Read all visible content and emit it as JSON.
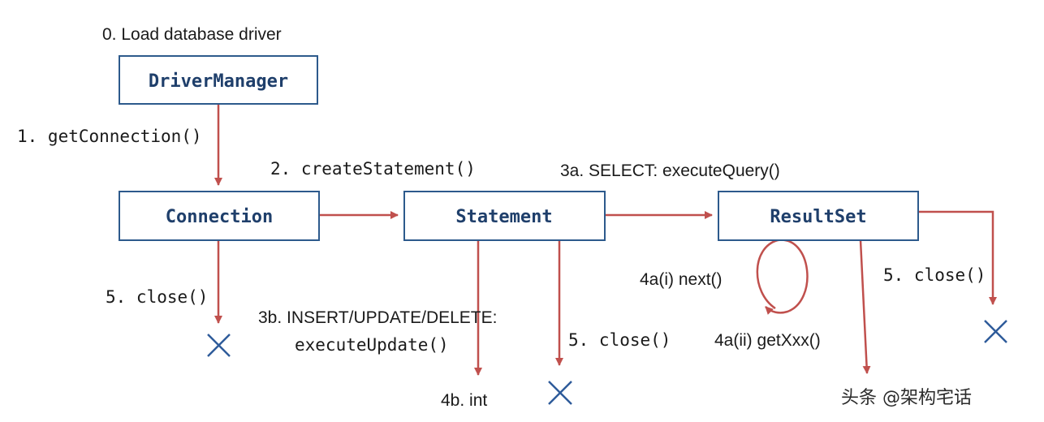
{
  "colors": {
    "box_border": "#2d5a8c",
    "box_text": "#1f3f6b",
    "arrow": "#c0504d",
    "cross": "#2e5b9a",
    "text": "#1a1a1a"
  },
  "boxes": {
    "driver_manager": "DriverManager",
    "connection": "Connection",
    "statement": "Statement",
    "result_set": "ResultSet"
  },
  "labels": {
    "step0": "0. Load database driver",
    "step1": "1. getConnection()",
    "step2": "2. createStatement()",
    "step3a": "3a. SELECT: executeQuery()",
    "step3b_line1": "3b. INSERT/UPDATE/DELETE:",
    "step3b_line2": "executeUpdate()",
    "step4a_i": "4a(i) next()",
    "step4a_ii": "4a(ii) getXxx()",
    "step4b": "4b. int",
    "close_connection": "5. close()",
    "close_statement": "5. close()",
    "close_resultset": "5. close()"
  },
  "watermark": "头条 @架构宅话"
}
